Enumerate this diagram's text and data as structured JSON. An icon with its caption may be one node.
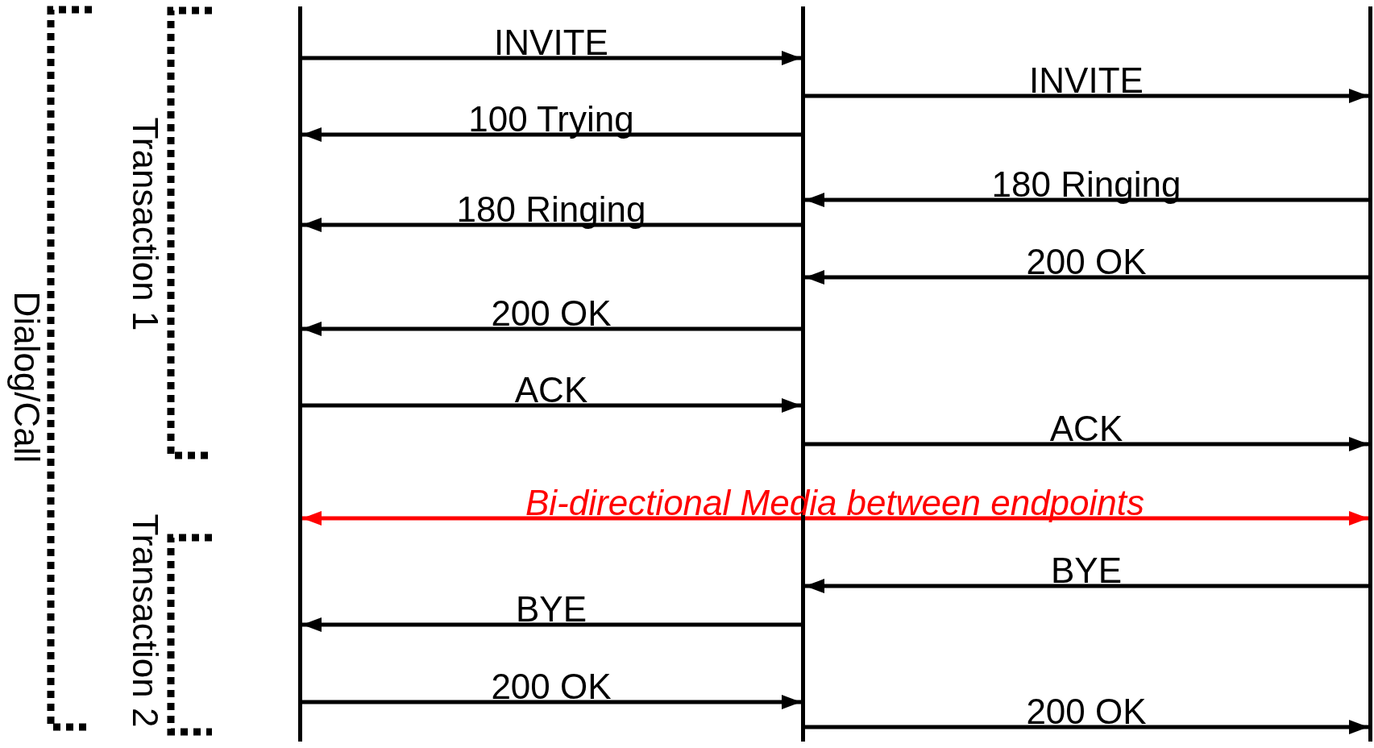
{
  "diagram": {
    "nodes": [
      {
        "text": [],
        "shape": "bar"
      },
      {
        "text": [],
        "shape": "bar"
      },
      {
        "text": [],
        "shape": "bar"
      }
    ],
    "edges": [
      {
        "from": 0,
        "to": 1,
        "arrow": "to",
        "label": "INVITE"
      },
      {
        "from": 1,
        "to": 2,
        "arrow": "to",
        "label": "INVITE"
      },
      {
        "from": 1,
        "to": 0,
        "arrow": "to",
        "label": "100 Trying"
      },
      {
        "from": 2,
        "to": 1,
        "arrow": "to",
        "label": "180 Ringing"
      },
      {
        "from": 1,
        "to": 0,
        "arrow": "to",
        "label": "180 Ringing"
      },
      {
        "from": 2,
        "to": 1,
        "arrow": "to",
        "label": "200 OK"
      },
      {
        "from": 1,
        "to": 0,
        "arrow": "to",
        "label": "200 OK"
      },
      {
        "from": 0,
        "to": 1,
        "arrow": "to",
        "label": "ACK"
      },
      {
        "from": 1,
        "to": 2,
        "arrow": "to",
        "label": "ACK"
      },
      {
        "from": 0,
        "to": 2,
        "arrow": "both",
        "label": "Bi-directional Media between endpoints",
        "color": "#ff0000"
      },
      {
        "from": 2,
        "to": 1,
        "arrow": "to",
        "label": "BYE"
      },
      {
        "from": 1,
        "to": 0,
        "arrow": "to",
        "label": "BYE"
      },
      {
        "from": 0,
        "to": 1,
        "arrow": "to",
        "label": "200 OK"
      },
      {
        "from": 1,
        "to": 2,
        "arrow": "to",
        "label": "200 OK"
      }
    ],
    "labels": [
      "Dialog/Call",
      "Transaction 1",
      "Transaction 2"
    ]
  }
}
